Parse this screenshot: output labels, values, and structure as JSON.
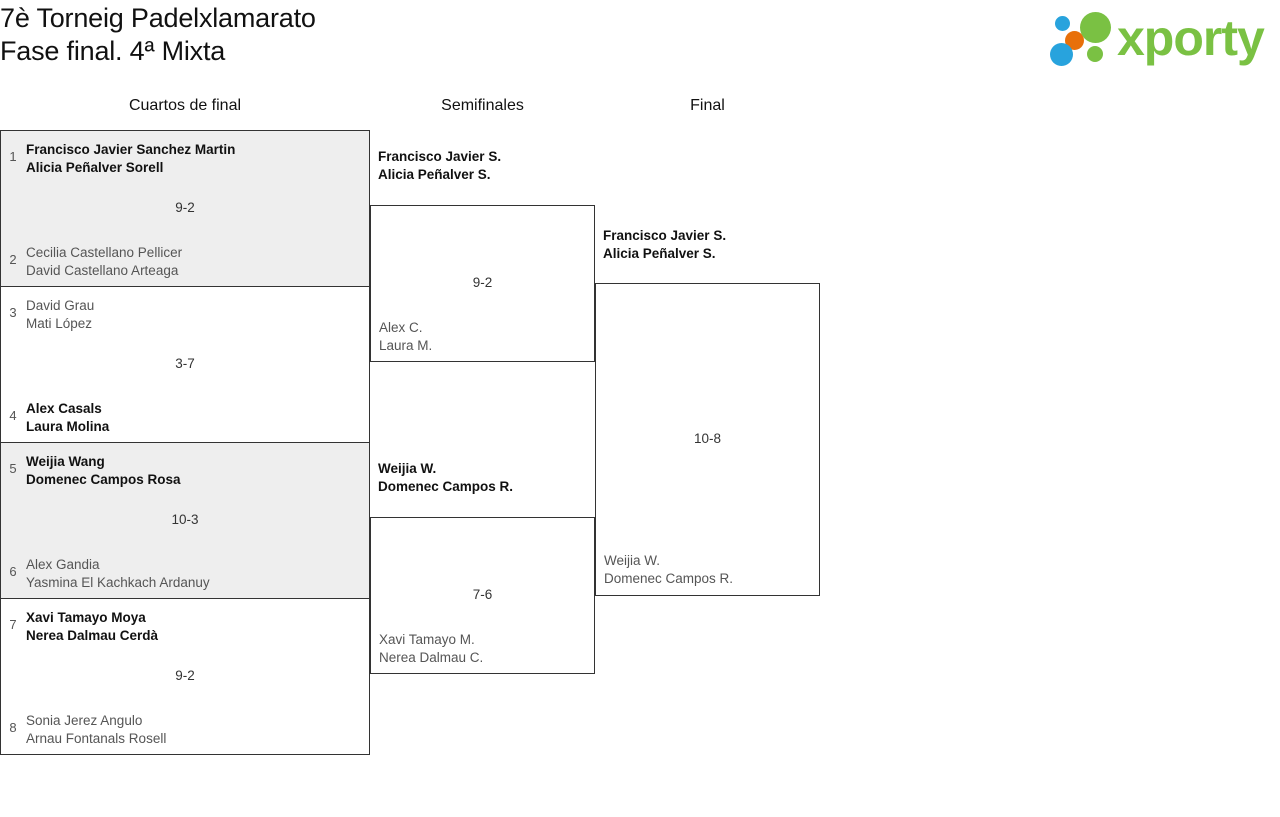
{
  "header": {
    "title_line1": "7è Torneig Padelxlamarato",
    "title_line2": "Fase final. 4ª Mixta",
    "logo_word": "xporty",
    "logo_colors": {
      "green": "#7ac143",
      "blue": "#28a3dd",
      "orange": "#e8700a"
    }
  },
  "rounds": [
    {
      "label": "Cuartos de final"
    },
    {
      "label": "Semifinales"
    },
    {
      "label": "Final"
    }
  ],
  "quarterfinals": [
    {
      "seed_top": "1",
      "top_p1": "Francisco Javier Sanchez Martin",
      "top_p2": "Alicia Peñalver Sorell",
      "seed_bottom": "2",
      "bottom_p1": "Cecilia Castellano Pellicer",
      "bottom_p2": "David Castellano Arteaga",
      "score": "9-2",
      "winner": "top"
    },
    {
      "seed_top": "3",
      "top_p1": "David Grau",
      "top_p2": "Mati López",
      "seed_bottom": "4",
      "bottom_p1": "Alex Casals",
      "bottom_p2": "Laura Molina",
      "score": "3-7",
      "winner": "bottom"
    },
    {
      "seed_top": "5",
      "top_p1": "Weijia Wang",
      "top_p2": "Domenec Campos Rosa",
      "seed_bottom": "6",
      "bottom_p1": "Alex Gandia",
      "bottom_p2": "Yasmina El Kachkach Ardanuy",
      "score": "10-3",
      "winner": "top"
    },
    {
      "seed_top": "7",
      "top_p1": "Xavi Tamayo Moya",
      "top_p2": "Nerea Dalmau Cerdà",
      "seed_bottom": "8",
      "bottom_p1": "Sonia Jerez Angulo",
      "bottom_p2": "Arnau Fontanals Rosell",
      "score": "9-2",
      "winner": "top"
    }
  ],
  "semifinals": [
    {
      "top_p1": "Francisco Javier S.",
      "top_p2": "Alicia Peñalver S.",
      "bottom_p1": "Alex C.",
      "bottom_p2": "Laura M.",
      "score": "9-2",
      "winner": "top"
    },
    {
      "top_p1": "Weijia W.",
      "top_p2": "Domenec Campos R.",
      "bottom_p1": "Xavi Tamayo M.",
      "bottom_p2": "Nerea Dalmau C.",
      "score": "7-6",
      "winner": "top"
    }
  ],
  "final": {
    "top_p1": "Francisco Javier S.",
    "top_p2": "Alicia Peñalver S.",
    "bottom_p1": "Weijia W.",
    "bottom_p2": "Domenec Campos R.",
    "score": "10-8",
    "winner": "top"
  }
}
